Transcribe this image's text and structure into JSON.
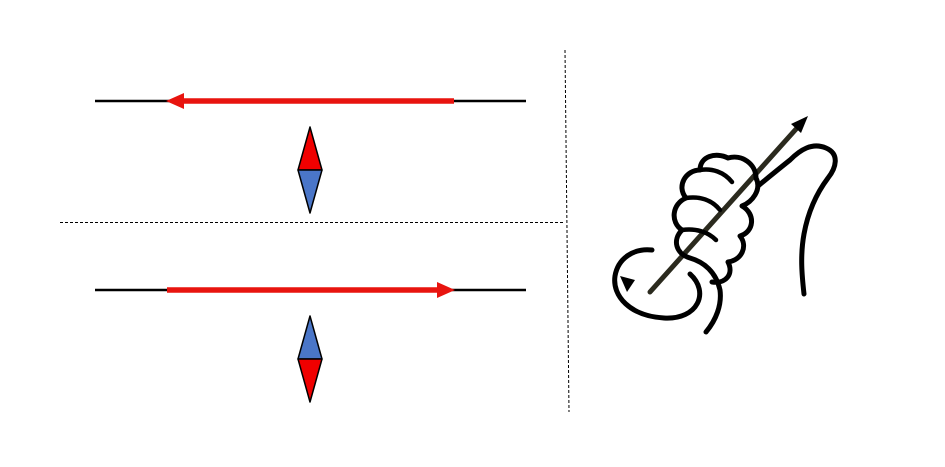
{
  "colors": {
    "background": "#ffffff",
    "wire": "#000000",
    "current_arrow": "#e8140f",
    "compass_north": "#f00000",
    "compass_south": "#4a76c8",
    "divider": "#000000",
    "hand_outline": "#000000",
    "thumb_arrow": "#2b2a1e"
  },
  "diagram": {
    "panels": [
      {
        "id": "top",
        "current_direction": "left",
        "compass_red_end": "up"
      },
      {
        "id": "bottom",
        "current_direction": "right",
        "compass_red_end": "down"
      }
    ],
    "illustration": {
      "icon": "right-hand-grip-rule-icon"
    }
  }
}
